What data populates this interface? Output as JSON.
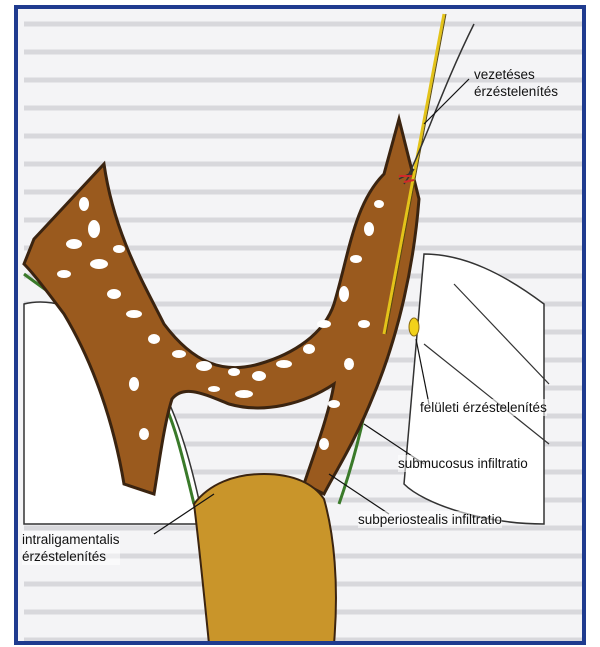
{
  "labels": {
    "conduction": [
      "vezetéses",
      "érzéstelenítés"
    ],
    "surface": "felületi érzéstelenítés",
    "submucosal": "submucosus infiltratio",
    "subperiosteal": "subperiostealis infiltratio",
    "intraligamental": [
      "intraligamentalis",
      "érzéstelenítés"
    ]
  },
  "colors": {
    "frame": "#1f3b8f",
    "bone": "#9a5a1e",
    "bone_outline": "#3b2410",
    "tooth": "#c9952a",
    "mucosa_line": "#3a7a2a",
    "needle": "#e3c31a",
    "depot": "#f2d21a"
  }
}
